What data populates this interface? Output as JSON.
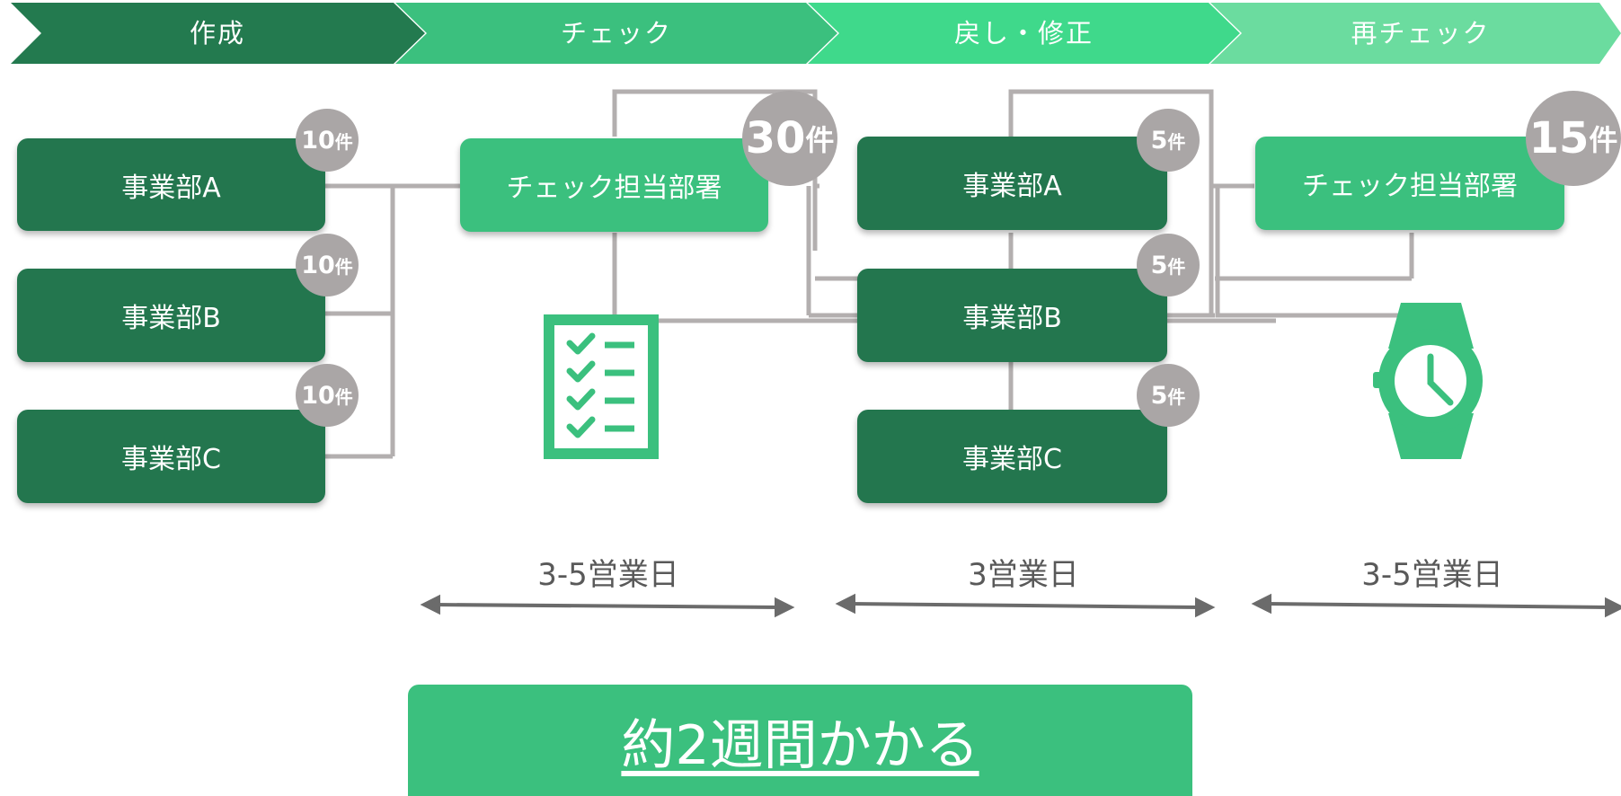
{
  "stages": [
    "作成",
    "チェック",
    "戻し・修正",
    "再チェック"
  ],
  "colors": {
    "stage_1": "#237a4f",
    "stage_2": "#3bc07e",
    "stage_3": "#3fd98b",
    "stage_4": "#6bdc9f",
    "department_box": "#23764e",
    "check_box": "#3bc07e",
    "badge": "#aaa6a6",
    "connector": "#b3afaf",
    "duration_arrow": "#6b6b6b"
  },
  "creation": {
    "departments": [
      {
        "label": "事業部A",
        "count": "10",
        "unit": "件"
      },
      {
        "label": "事業部B",
        "count": "10",
        "unit": "件"
      },
      {
        "label": "事業部C",
        "count": "10",
        "unit": "件"
      }
    ]
  },
  "check": {
    "label": "チェック担当部署",
    "count": "30",
    "unit": "件"
  },
  "fix": {
    "departments": [
      {
        "label": "事業部A",
        "count": "5",
        "unit": "件"
      },
      {
        "label": "事業部B",
        "count": "5",
        "unit": "件"
      },
      {
        "label": "事業部C",
        "count": "5",
        "unit": "件"
      }
    ]
  },
  "recheck": {
    "label": "チェック担当部署",
    "count": "15",
    "unit": "件"
  },
  "icons": [
    "checklist-icon",
    "wristwatch-icon"
  ],
  "durations": [
    "3-5営業日",
    "3営業日",
    "3-5営業日"
  ],
  "summary": "約2週間かかる"
}
